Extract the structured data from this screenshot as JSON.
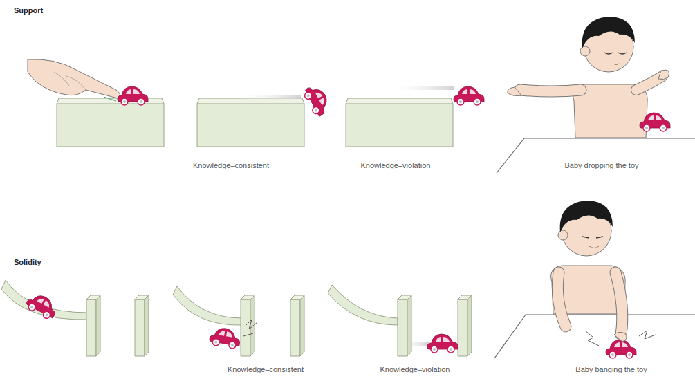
{
  "diagram": {
    "labels": [
      "Support",
      "Knowledge–consistent",
      "Knowledge–violation",
      "Baby dropping the toy",
      "Solidity",
      "Knowledge–consistent",
      "Knowledge–violation",
      "Baby banging the toy"
    ]
  }
}
